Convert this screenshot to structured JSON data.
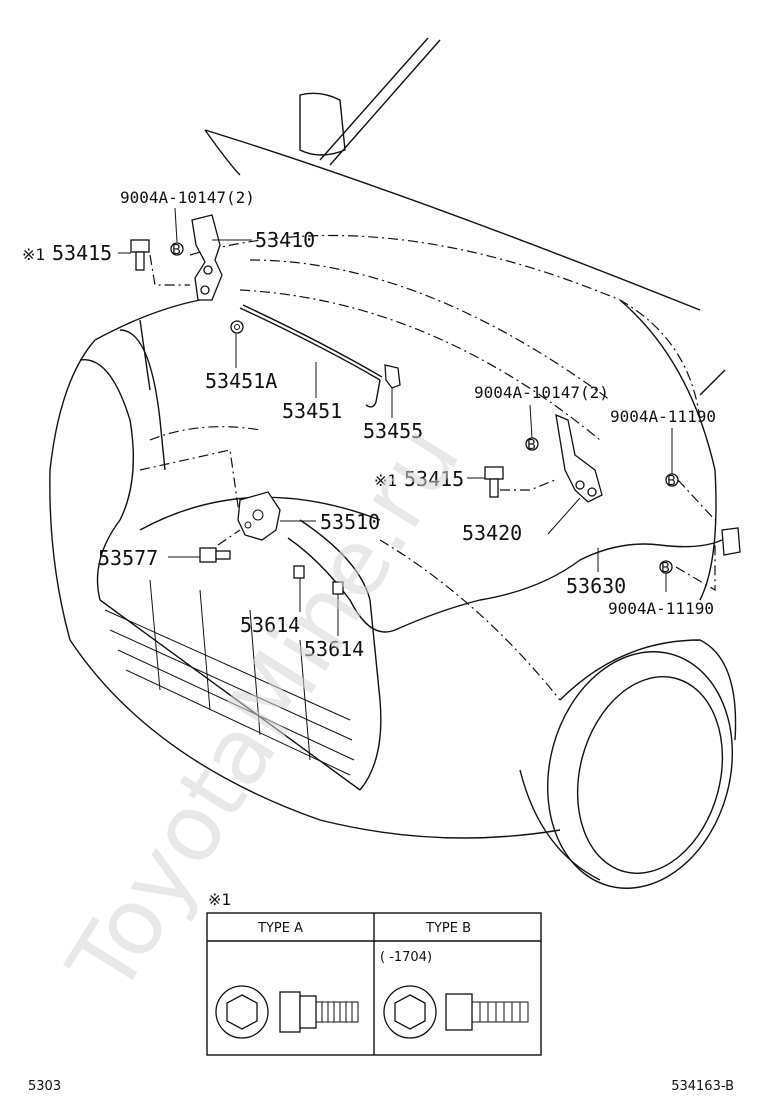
{
  "parts": {
    "bolt_left_note": "※1",
    "bolt_left": "53415",
    "clip_left": "9004A-10147(2)",
    "hinge_left": "53410",
    "grommet": "53451A",
    "support_rod": "53451",
    "rod_holder": "53455",
    "clip_right": "9004A-10147(2)",
    "clip_upper_right": "9004A-11190",
    "bolt_right_note": "※1",
    "bolt_right": "53415",
    "lock": "53510",
    "hinge_right": "53420",
    "bolt_lock": "53577",
    "cable": "53630",
    "clamp_a": "53614",
    "clamp_b": "53614",
    "clip_lower_right": "9004A-11190",
    "clip_marker": "B"
  },
  "legend": {
    "note": "※1",
    "type_a": "TYPE A",
    "type_b": "TYPE B",
    "type_b_range": "(    -1704)"
  },
  "footer": {
    "page": "5303",
    "figure_id": "534163-B"
  },
  "watermark": "ToyotaMine.ru"
}
